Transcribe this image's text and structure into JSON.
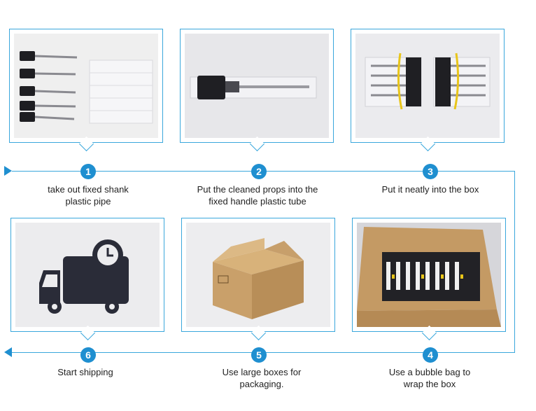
{
  "steps": [
    {
      "number": "1",
      "line1": "take out fixed shank",
      "line2": "plastic pipe"
    },
    {
      "number": "2",
      "line1": "Put the cleaned props into the",
      "line2": "fixed handle plastic tube"
    },
    {
      "number": "3",
      "line1": "Put it neatly into the box",
      "line2": ""
    },
    {
      "number": "4",
      "line1": "Use a bubble bag to",
      "line2": "wrap the box"
    },
    {
      "number": "5",
      "line1": "Use large boxes for",
      "line2": "packaging."
    },
    {
      "number": "6",
      "line1": "Start shipping",
      "line2": ""
    }
  ],
  "icons": {
    "flow_start": "arrow-right-icon",
    "flow_end": "arrow-left-icon",
    "shipping": "delivery-truck-clock-icon"
  },
  "colors": {
    "accent": "#1f8fd0",
    "line": "#3aa7dc",
    "truck": "#2a2c38"
  }
}
